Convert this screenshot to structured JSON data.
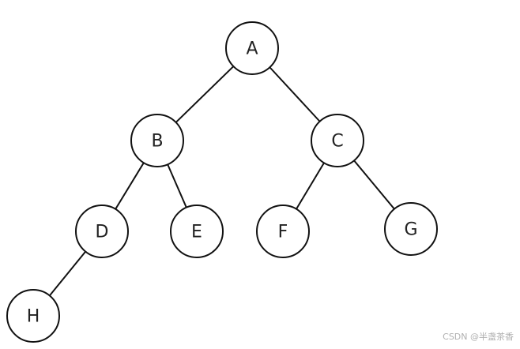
{
  "diagram": {
    "type": "binary-tree",
    "nodes": [
      {
        "id": "A",
        "label": "A"
      },
      {
        "id": "B",
        "label": "B"
      },
      {
        "id": "C",
        "label": "C"
      },
      {
        "id": "D",
        "label": "D"
      },
      {
        "id": "E",
        "label": "E"
      },
      {
        "id": "F",
        "label": "F"
      },
      {
        "id": "G",
        "label": "G"
      },
      {
        "id": "H",
        "label": "H"
      }
    ],
    "edges": [
      {
        "from": "A",
        "to": "B"
      },
      {
        "from": "A",
        "to": "C"
      },
      {
        "from": "B",
        "to": "D"
      },
      {
        "from": "B",
        "to": "E"
      },
      {
        "from": "C",
        "to": "F"
      },
      {
        "from": "C",
        "to": "G"
      },
      {
        "from": "D",
        "to": "H"
      }
    ]
  },
  "watermark": "CSDN @半盏茶香"
}
